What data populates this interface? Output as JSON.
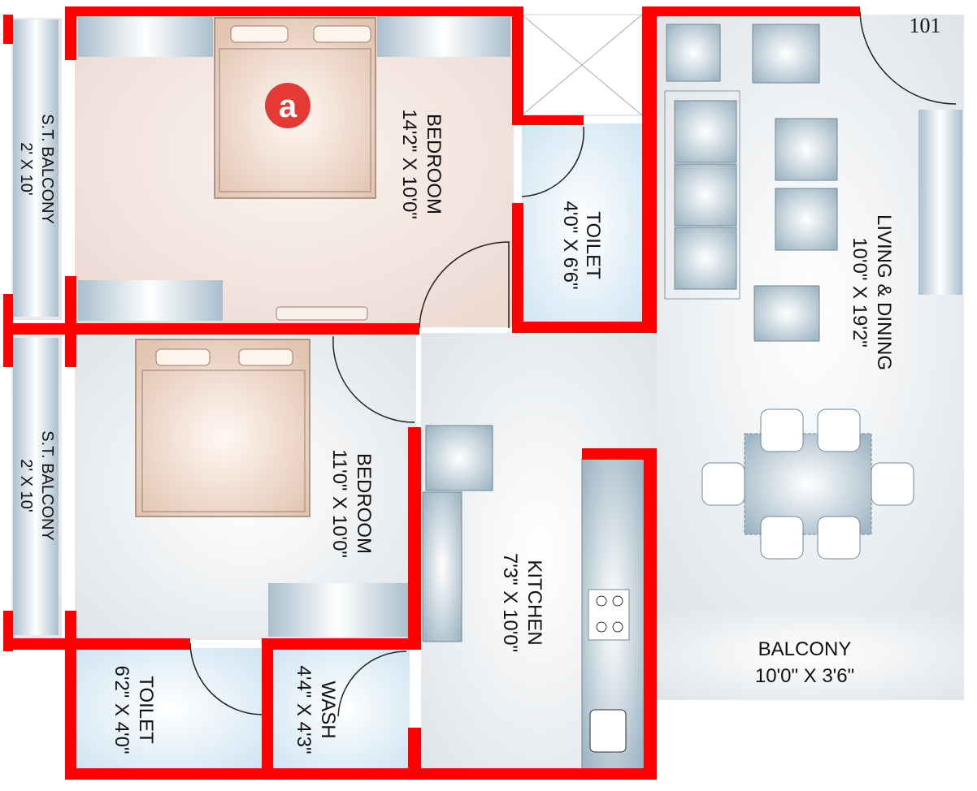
{
  "unit_number": "101",
  "brand_mark": "a",
  "colors": {
    "wall": "#ff0000",
    "floor_tile": "#e7ebee",
    "bedroom_floor": "#f1e3dc",
    "toilet_floor": "#dcebf5",
    "furniture": "#b3c7d3",
    "bed": "#e8cdbb",
    "logo": "#e53935"
  },
  "rooms": {
    "bedroom1": {
      "name": "BEDROOM",
      "size": "14'2\" X 10'0\""
    },
    "toilet1": {
      "name": "TOILET",
      "size": "4'0\" X 6'6\""
    },
    "living": {
      "name": "LIVING & DINING",
      "size": "10'0\" X 19'2\""
    },
    "balcony_top": {
      "name": "S.T. BALCONY",
      "size": "2' X 10'"
    },
    "balcony_bottom": {
      "name": "S.T. BALCONY",
      "size": "2' X 10'"
    },
    "bedroom2": {
      "name": "BEDROOM",
      "size": "11'0\" X 10'0\""
    },
    "kitchen": {
      "name": "KITCHEN",
      "size": "7'3\" X 10'0\""
    },
    "balcony": {
      "name": "BALCONY",
      "size": "10'0\" X 3'6\""
    },
    "toilet2": {
      "name": "TOILET",
      "size": "6'2\" X 4'0\""
    },
    "wash": {
      "name": "WASH",
      "size": "4'4\" X 4'3\""
    }
  }
}
